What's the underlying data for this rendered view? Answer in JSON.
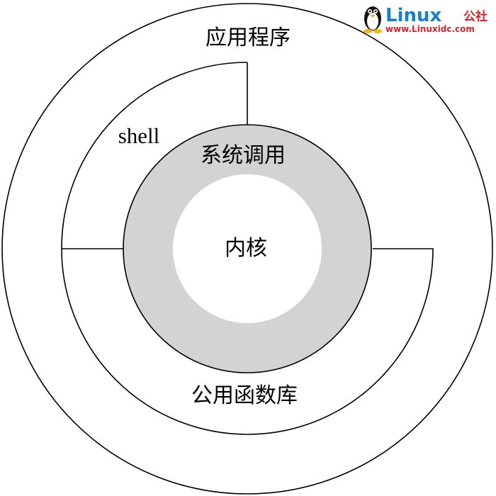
{
  "diagram": {
    "applications_label": "应用程序",
    "shell_label": "shell",
    "system_calls_label": "系统调用",
    "kernel_label": "内核",
    "library_label": "公用函数库",
    "ring_fill": "#d3d3d3",
    "line_color": "#000000"
  },
  "watermark": {
    "brand": "Linux",
    "brand_cn": "公社",
    "url": "www.Linuxidc.com",
    "brand_color": "#1a7fc9",
    "accent_color": "#d4222a"
  }
}
